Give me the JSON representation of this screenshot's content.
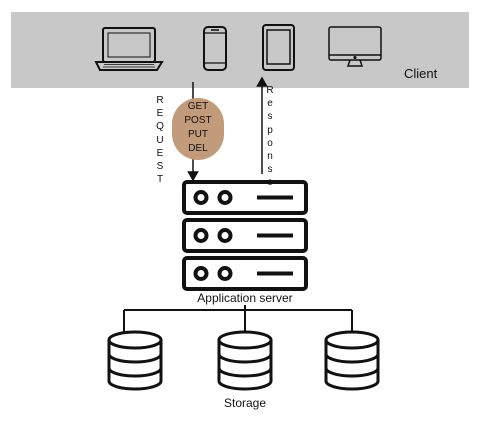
{
  "client": {
    "label": "Client"
  },
  "devices": [
    {
      "icon": "laptop-icon"
    },
    {
      "icon": "smartphone-icon"
    },
    {
      "icon": "tablet-icon"
    },
    {
      "icon": "monitor-icon"
    }
  ],
  "request": {
    "label_letters": [
      "R",
      "E",
      "Q",
      "U",
      "E",
      "S",
      "T"
    ],
    "methods": [
      "GET",
      "POST",
      "PUT",
      "DEL"
    ],
    "bubble_color": "#c29b7b"
  },
  "response": {
    "label_letters": [
      "R",
      "e",
      "s",
      "p",
      "o",
      "n",
      "s",
      "e"
    ]
  },
  "server": {
    "label": "Application server",
    "icon": "server-rack-icon"
  },
  "storage": {
    "label": "Storage",
    "icon": "database-icon",
    "count": 3
  },
  "colors": {
    "client_bar": "#c8c8c8",
    "stroke": "#111111"
  }
}
